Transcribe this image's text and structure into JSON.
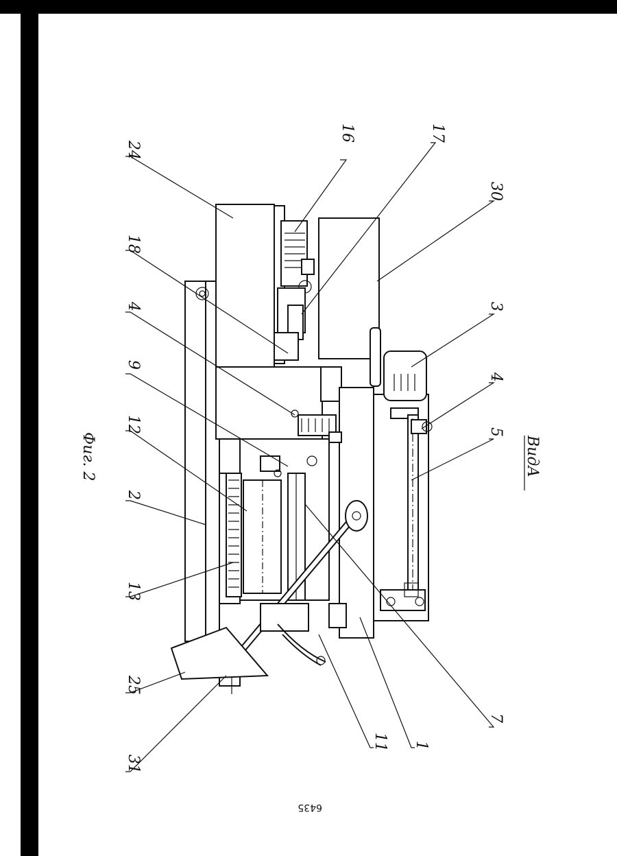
{
  "labels": {
    "l24": "24",
    "l16": "16",
    "l17": "17",
    "l30": "30",
    "l18": "18",
    "l4a": "4",
    "l9": "9",
    "l3": "3",
    "l4b": "4",
    "l5": "5",
    "l12": "12",
    "l2": "2",
    "l13": "13",
    "l25": "25",
    "l31": "31",
    "l11": "11",
    "l1": "1",
    "l7": "7"
  },
  "view_caption": "ВидА",
  "figure_caption": "Фиг. 2",
  "page_number": "6435"
}
